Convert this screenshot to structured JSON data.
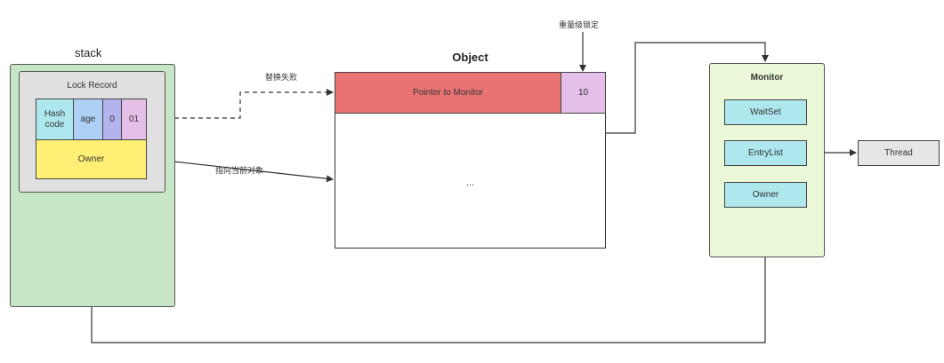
{
  "stack": {
    "title": "stack",
    "lock_record": {
      "title": "Lock Record",
      "cells": {
        "hash_code": "Hash\ncode",
        "age": "age",
        "bias": "0",
        "lock_flag": "01"
      },
      "owner": "Owner"
    }
  },
  "object": {
    "title": "Object",
    "pointer": "Pointer to Monitor",
    "flag": "10",
    "ellipsis": "..."
  },
  "monitor": {
    "title": "Monitor",
    "waitset": "WaitSet",
    "entrylist": "EntryList",
    "owner": "Owner"
  },
  "thread": "Thread",
  "labels": {
    "heavyweight_lock": "重量级锁定",
    "cas_failed": "替换失败",
    "points_to_object": "指向当前对象"
  },
  "colors": {
    "stack_bg": "#c6e6c6",
    "lock_record_bg": "#e0e0e0",
    "cyan": "#aee8ee",
    "blue": "#aed0f5",
    "purple": "#b3b3ee",
    "lilac": "#e4bfe8",
    "yellow": "#fff075",
    "red": "#e97373",
    "monitor_bg": "#eaf8d8",
    "thread_bg": "#e6e6e6"
  }
}
